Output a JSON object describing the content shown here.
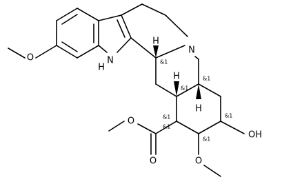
{
  "molecule": {
    "atoms": {
      "methoxy_top_O": "O",
      "indole_N": "N",
      "indole_H": "H",
      "ring_N": "N",
      "stereo_H_top": "H",
      "stereo_H_mid": "H",
      "stereo_H_low": "H",
      "ester_O_single": "O",
      "ester_O_double": "O",
      "hydroxyl": "OH",
      "methoxy_bottom_O": "O"
    },
    "stereo_marks": {
      "c3": "&1",
      "c15": "&1",
      "c16": "&1",
      "c20": "&1",
      "c18": "&1",
      "c17": "&1",
      "c19": "&1"
    }
  }
}
